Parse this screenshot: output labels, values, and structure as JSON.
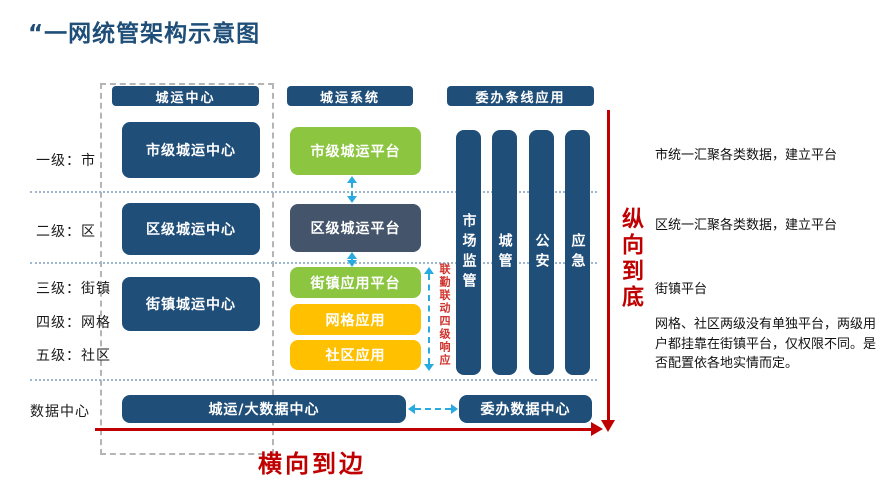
{
  "title": "“一网统管架构示意图",
  "headers": {
    "center": "城运中心",
    "system": "城运系统",
    "apps": "委办条线应用"
  },
  "levels": {
    "l1": "一级：市",
    "l2": "二级：区",
    "l3": "三级：街镇",
    "l4": "四级：网格",
    "l5": "五级：社区",
    "data": "数据中心"
  },
  "center_column": {
    "city": "市级城运中心",
    "district": "区级城运中心",
    "street": "街镇城运中心"
  },
  "system_column": {
    "city": "市级城运平台",
    "district": "区级城运平台",
    "street": "街镇应用平台",
    "grid": "网格应用",
    "community": "社区应用"
  },
  "app_bars": {
    "market": "市场监管",
    "urban_mgmt": "城管",
    "public_security": "公安",
    "emergency": "应急"
  },
  "data_row": {
    "city_big_data": "城运/大数据中心",
    "committee_data": "委办数据中心"
  },
  "notes": {
    "joint_response": "联勤联动四级响应"
  },
  "annotations": {
    "city": "市统一汇聚各类数据，建立平台",
    "district": "区统一汇聚各类数据，建立平台",
    "street": "街镇平台",
    "grid_community": "网格、社区两级没有单独平台，两级用户都挂靠在街镇平台，仅权限不同。是否配置依各地实情而定。"
  },
  "axes": {
    "vertical": "纵向到底",
    "horizontal": "横向到边"
  },
  "colors": {
    "navy": "#1F4E79",
    "slate": "#44546A",
    "green": "#8CC540",
    "yellow": "#FFC000",
    "red": "#C00000",
    "cyan": "#29ABE2",
    "title": "#1F4E79"
  }
}
